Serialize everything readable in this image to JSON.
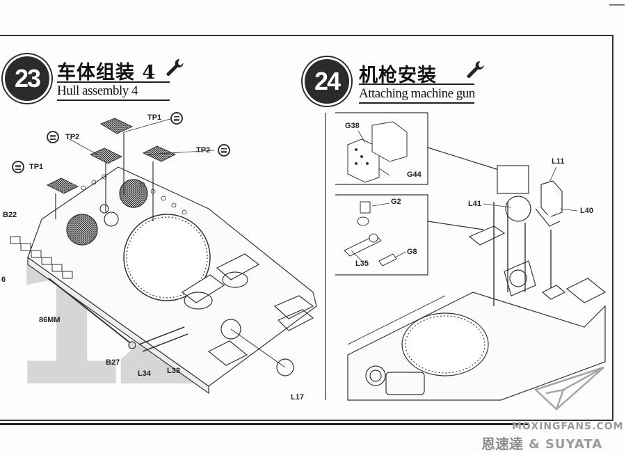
{
  "step23": {
    "number": "23",
    "title_cn": "车体组装 4",
    "title_en": "Hull assembly 4"
  },
  "step24": {
    "number": "24",
    "title_cn": "机枪安装",
    "title_en": "Attaching machine gun"
  },
  "labels23": {
    "tp1_top": "TP1",
    "tp2_left": "TP2",
    "tp2_right": "TP2",
    "tp1_left": "TP1",
    "b22": "B22",
    "six": "6",
    "mm86": "86MM",
    "b27": "B27",
    "l34": "L34",
    "l33": "L33",
    "l17": "L17"
  },
  "labels24": {
    "g38": "G38",
    "g44": "G44",
    "g2": "G2",
    "l35": "L35",
    "g8": "G8",
    "l41": "L41",
    "l11": "L11",
    "l40": "L40"
  },
  "watermark": {
    "big_number": "12",
    "site": "MOXINGFANS.COM",
    "brand_cn": "恩速達",
    "brand_en": "& SUYATA"
  },
  "icons": [
    "wrench-icon",
    "photo-etch-icon",
    "paper-plane-logo"
  ]
}
